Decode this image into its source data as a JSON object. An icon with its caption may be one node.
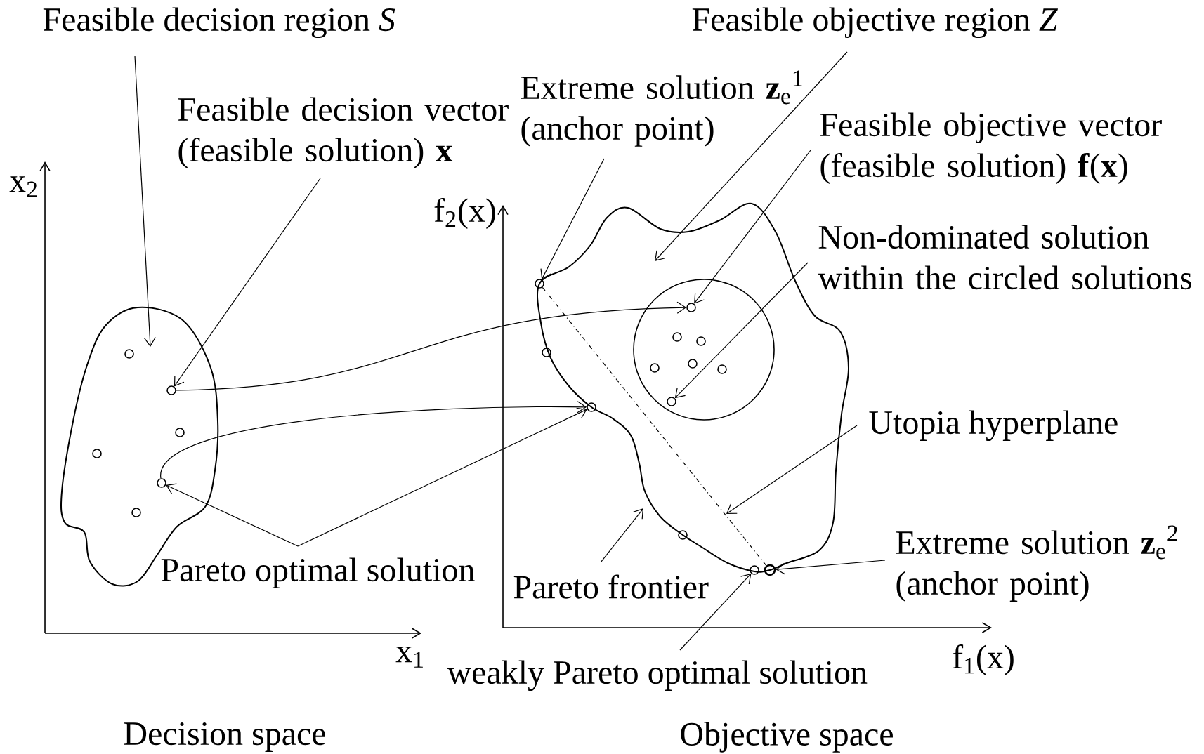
{
  "diagram": {
    "nodes": [
      {
        "text": [
          "Feasible decision region *S*"
        ]
      },
      {
        "text": [
          "Feasible decision vector (feasible solution) **x**"
        ]
      },
      {
        "text": [
          "Pareto optimal solution"
        ]
      },
      {
        "text": [
          "Extreme solution **z**$_{e}$$^{1}$ (anchor point)"
        ]
      },
      {
        "text": [
          "Feasible objective region *Z*"
        ]
      },
      {
        "text": [
          "Feasible objective vector (feasible solution) **f**(**x**)"
        ]
      },
      {
        "text": [
          "Non-dominated solution within the circled solutions"
        ]
      },
      {
        "text": [
          "Utopia hyperplane"
        ]
      },
      {
        "text": [
          "Extreme solution **z**$_{e}$$^{2}$ (anchor point)"
        ]
      },
      {
        "text": [
          "Pareto frontier"
        ]
      },
      {
        "text": [
          "weakly Pareto optimal solution"
        ]
      },
      {
        "text": [],
        "shape": "cloud"
      },
      {
        "text": [],
        "shape": "circle",
        "in": 11
      },
      {
        "text": [],
        "shape": "circle",
        "in": 11
      },
      {
        "text": [],
        "shape": "cloud"
      },
      {
        "text": [],
        "shape": "circle"
      },
      {
        "text": [],
        "shape": "circle",
        "in": 14
      },
      {
        "text": [],
        "shape": "circle",
        "in": 16
      },
      {
        "text": [],
        "shape": "circle",
        "in": 16
      },
      {
        "text": [],
        "shape": "circle"
      },
      {
        "text": [],
        "shape": "circle"
      },
      {
        "text": [],
        "shape": "circle"
      }
    ],
    "edges": [
      {
        "from": 0,
        "to": 11,
        "arrow": "to"
      },
      {
        "from": 1,
        "to": 12,
        "arrow": "to"
      },
      {
        "from": 2,
        "to": 13,
        "arrow": "to"
      },
      {
        "from": 2,
        "to": 19,
        "arrow": "to"
      },
      {
        "from": 12,
        "to": 17,
        "arrow": "to"
      },
      {
        "from": 13,
        "to": 19,
        "arrow": "to"
      },
      {
        "from": 3,
        "to": 15,
        "arrow": "to"
      },
      {
        "from": 4,
        "to": 14,
        "arrow": "to"
      },
      {
        "from": 5,
        "to": 17,
        "arrow": "to"
      },
      {
        "from": 6,
        "to": 18,
        "arrow": "to"
      },
      {
        "from": 7,
        "to": null,
        "arrow": "to"
      },
      {
        "from": 8,
        "to": 20,
        "arrow": "to"
      },
      {
        "from": 9,
        "to": 14,
        "arrow": "to"
      },
      {
        "from": 10,
        "to": 21,
        "arrow": "to"
      },
      {
        "from": 15,
        "to": 20,
        "arrow": "none",
        "style": "dashed"
      }
    ],
    "labels": [
      "x$_{2}$",
      "f$_{2}$(x)",
      "x$_{1}$",
      "f$_{1}$(x)",
      "Decision space",
      "Objective space"
    ]
  }
}
